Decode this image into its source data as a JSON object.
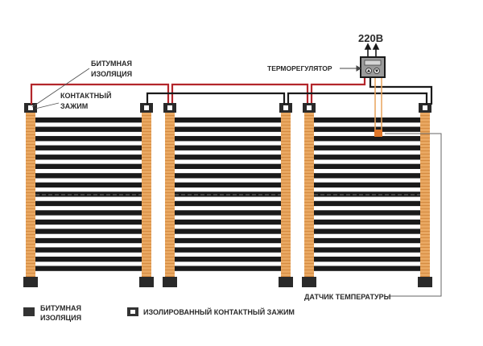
{
  "diagram": {
    "title": "Infrared film floor heating wiring scheme",
    "power_label": "220В",
    "labels": {
      "thermostat": "ТЕРМОРЕГУЛЯТОР",
      "bitumen_1": "БИТУМНАЯ",
      "bitumen_2": "ИЗОЛЯЦИЯ",
      "clamp_1": "КОНТАКТНЫЙ",
      "clamp_2": "ЗАЖИМ",
      "sensor": "ДАТЧИК ТЕМПЕРАТУРЫ"
    },
    "legend": {
      "bitumen_1": "БИТУМНАЯ",
      "bitumen_2": "ИЗОЛЯЦИЯ",
      "clamp": "ИЗОЛИРОВАННЫЙ КОНТАКТНЫЙ ЗАЖИМ"
    },
    "colors": {
      "copper_bus": "#e8a25a",
      "heating_strip": "#1a1a1a",
      "phase_wire": "#b3262b",
      "neutral_wire": "#1a1a1a",
      "sensor_wire": "#e8a25a",
      "sensor": "#e0772a"
    },
    "panels": 3,
    "strips_per_panel": 17
  }
}
